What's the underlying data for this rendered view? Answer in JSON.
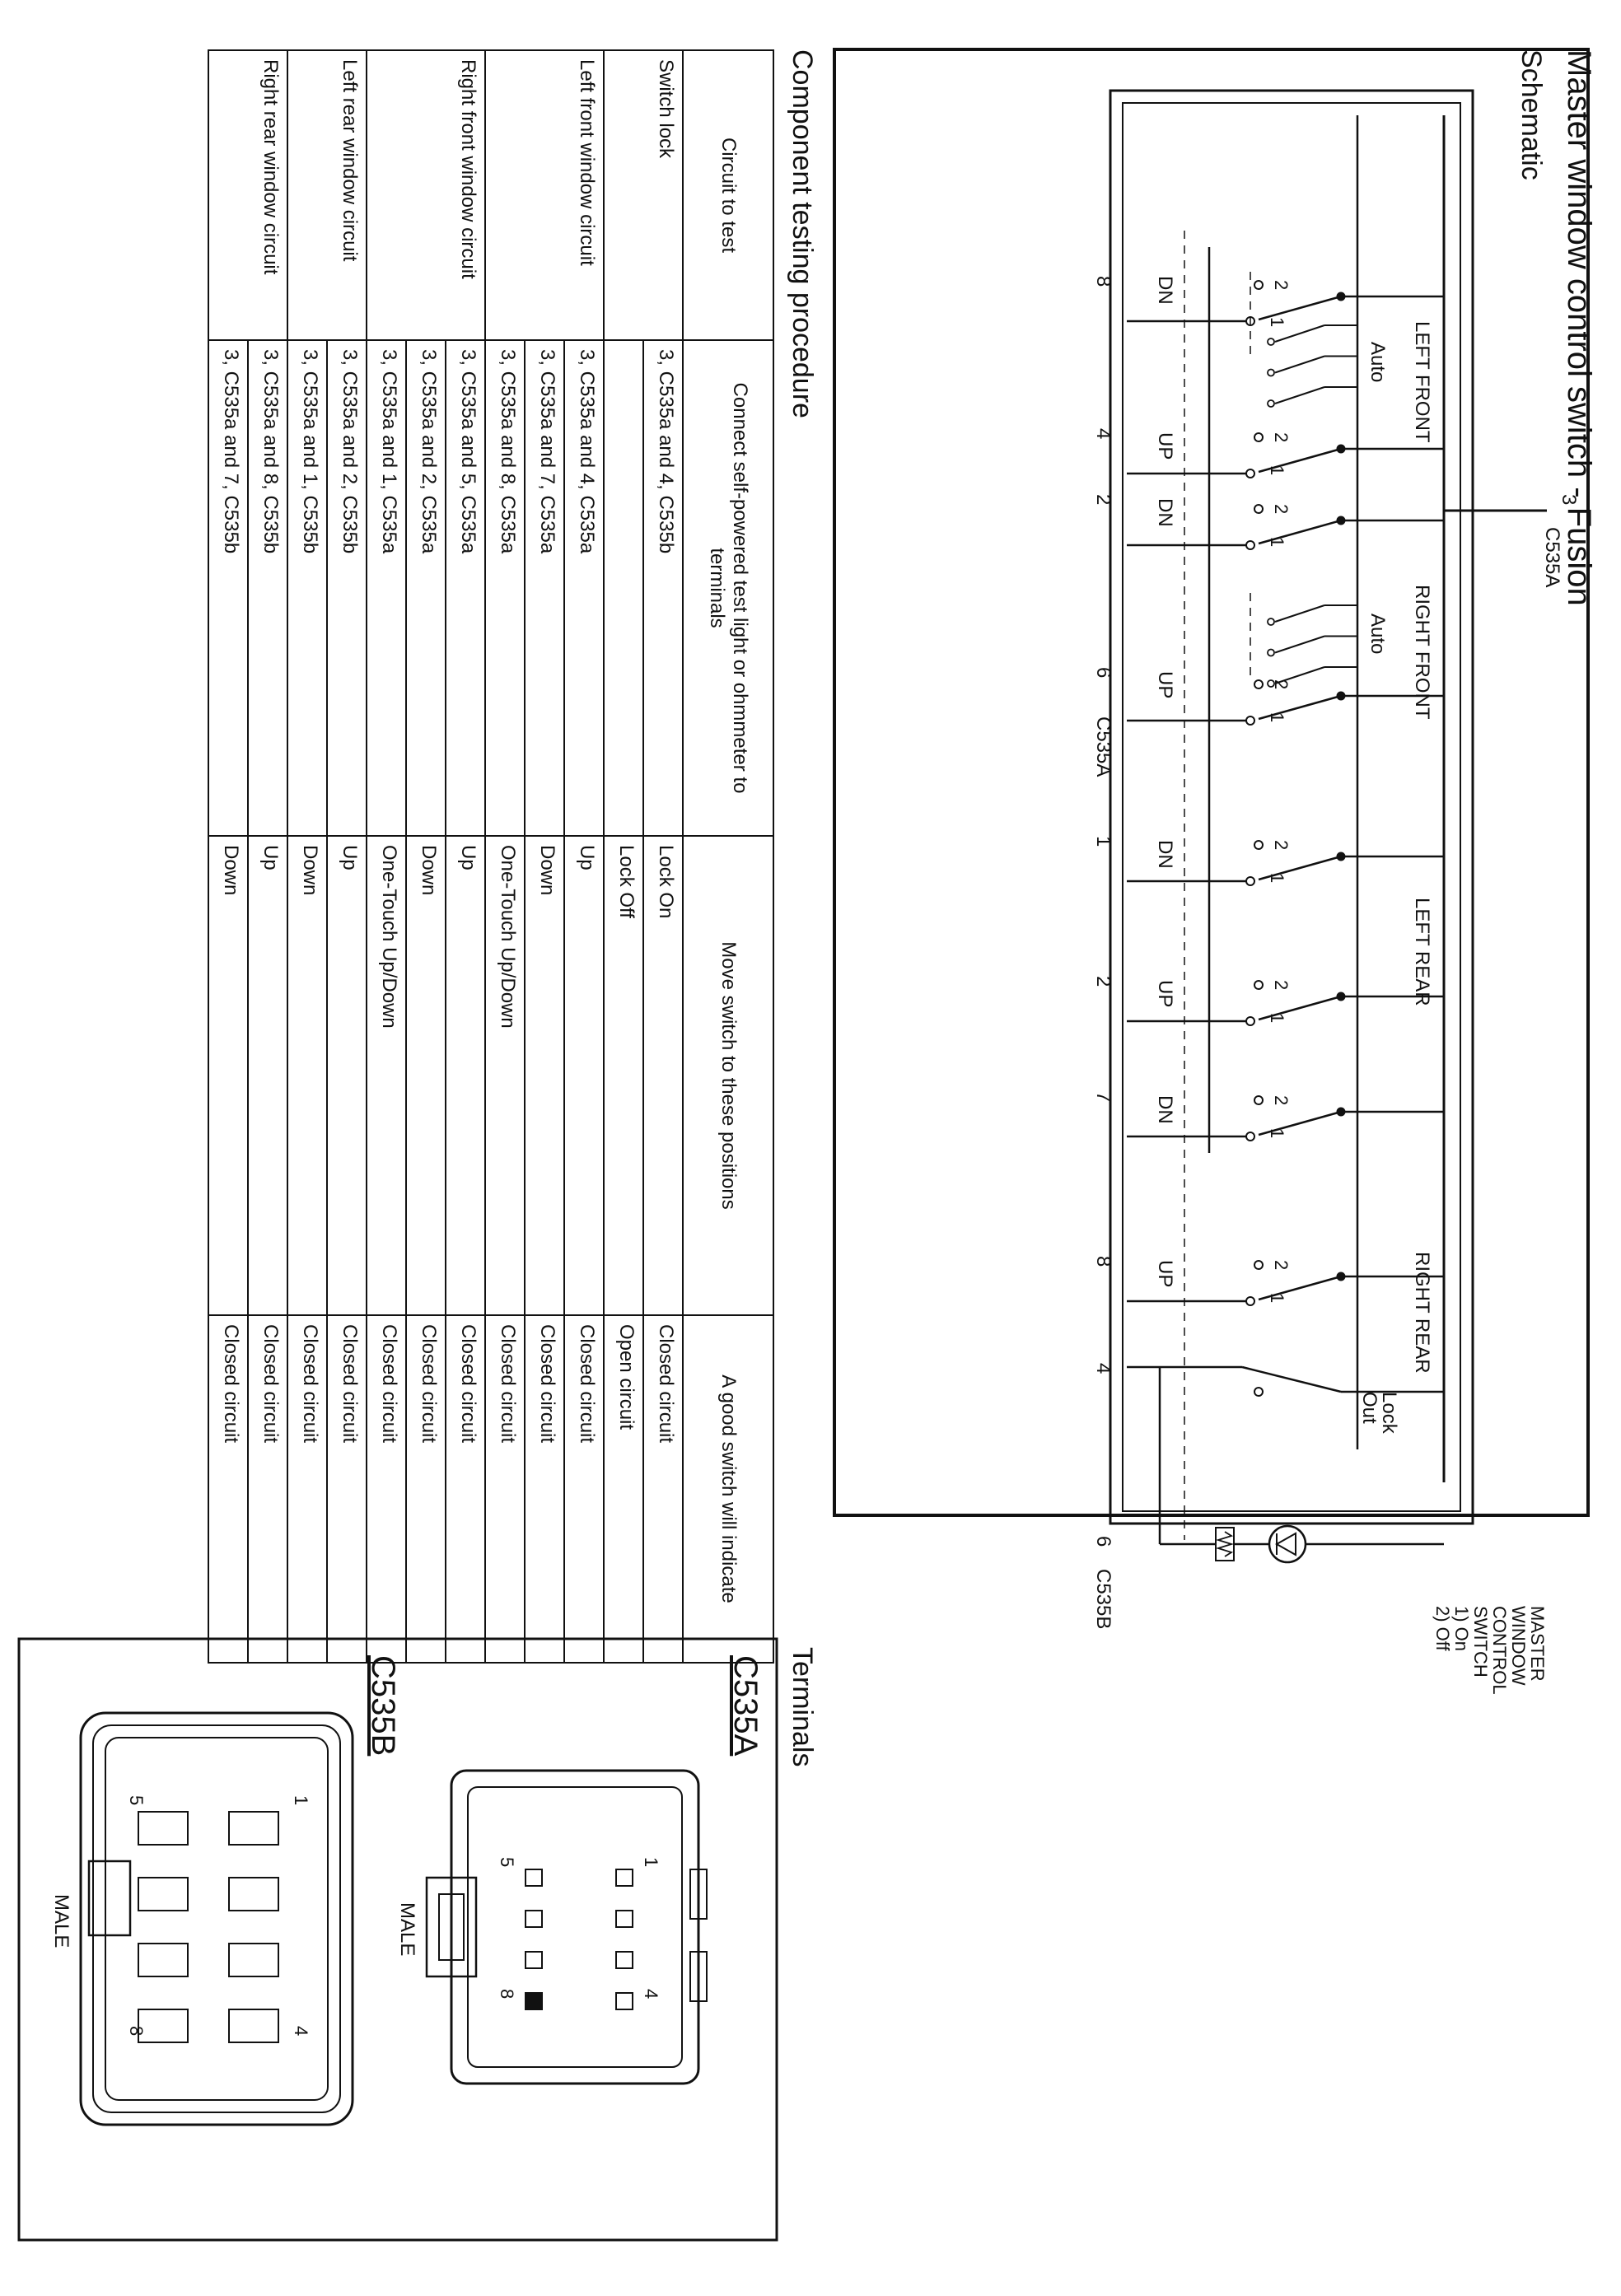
{
  "title": "Master window control switch - Fusion",
  "schematic": {
    "heading": "Schematic",
    "feed": {
      "pin": "3",
      "connector": "C535A"
    },
    "groups": [
      {
        "label": "LEFT FRONT"
      },
      {
        "label": "RIGHT FRONT"
      },
      {
        "label": "LEFT REAR"
      },
      {
        "label": "RIGHT REAR"
      }
    ],
    "auto_label": "Auto",
    "lockout_label": [
      "Lock",
      "Out"
    ],
    "up_label": "UP",
    "dn_label": "DN",
    "contact_numbers": [
      "1",
      "2"
    ],
    "bottom_pins_a": [
      "8",
      "4",
      "2",
      "6"
    ],
    "bottom_pins_b": [
      "1",
      "2",
      "7",
      "8",
      "4",
      "6"
    ],
    "connector_a": "C535A",
    "connector_b": "C535B",
    "legend": [
      "MASTER",
      "WINDOW",
      "CONTROL",
      "SWITCH",
      "1) On",
      "2) Off"
    ]
  },
  "testing": {
    "heading": "Component testing procedure",
    "headers": [
      "Circuit to test",
      "Connect self-powered test light or ohmmeter to terminals",
      "Move switch to these positions",
      "A good switch will indicate"
    ],
    "groups": [
      {
        "circuit": "Switch lock",
        "rows": [
          {
            "terminals": "3, C535a and 4, C535b",
            "position": "Lock On",
            "result": "Closed circuit"
          },
          {
            "terminals": "",
            "position": "Lock Off",
            "result": "Open circuit"
          }
        ]
      },
      {
        "circuit": "Left front window circuit",
        "rows": [
          {
            "terminals": "3, C535a and 4, C535a",
            "position": "Up",
            "result": "Closed circuit"
          },
          {
            "terminals": "3, C535a and 7, C535a",
            "position": "Down",
            "result": "Closed circuit"
          },
          {
            "terminals": "3, C535a and 8, C535a",
            "position": "One-Touch Up/Down",
            "result": "Closed circuit"
          }
        ]
      },
      {
        "circuit": "Right front window circuit",
        "rows": [
          {
            "terminals": "3, C535a and 5, C535a",
            "position": "Up",
            "result": "Closed circuit"
          },
          {
            "terminals": "3, C535a and 2, C535a",
            "position": "Down",
            "result": "Closed circuit"
          },
          {
            "terminals": "3, C535a and 1, C535a",
            "position": "One-Touch Up/Down",
            "result": "Closed circuit"
          }
        ]
      },
      {
        "circuit": "Left rear window circuit",
        "rows": [
          {
            "terminals": "3, C535a and 2, C535b",
            "position": "Up",
            "result": "Closed circuit"
          },
          {
            "terminals": "3, C535a and 1, C535b",
            "position": "Down",
            "result": "Closed circuit"
          }
        ]
      },
      {
        "circuit": "Right rear window circuit",
        "rows": [
          {
            "terminals": "3, C535a and 8, C535b",
            "position": "Up",
            "result": "Closed circuit"
          },
          {
            "terminals": "3, C535a and 7, C535b",
            "position": "Down",
            "result": "Closed circuit"
          }
        ]
      }
    ]
  },
  "terminals": {
    "heading": "Terminals",
    "connectors": [
      {
        "name": "C535A",
        "gender": "MALE",
        "pins": [
          "1",
          "4",
          "5",
          "8"
        ]
      },
      {
        "name": "C535B",
        "gender": "MALE",
        "pins": [
          "1",
          "4",
          "5",
          "8"
        ]
      }
    ]
  }
}
